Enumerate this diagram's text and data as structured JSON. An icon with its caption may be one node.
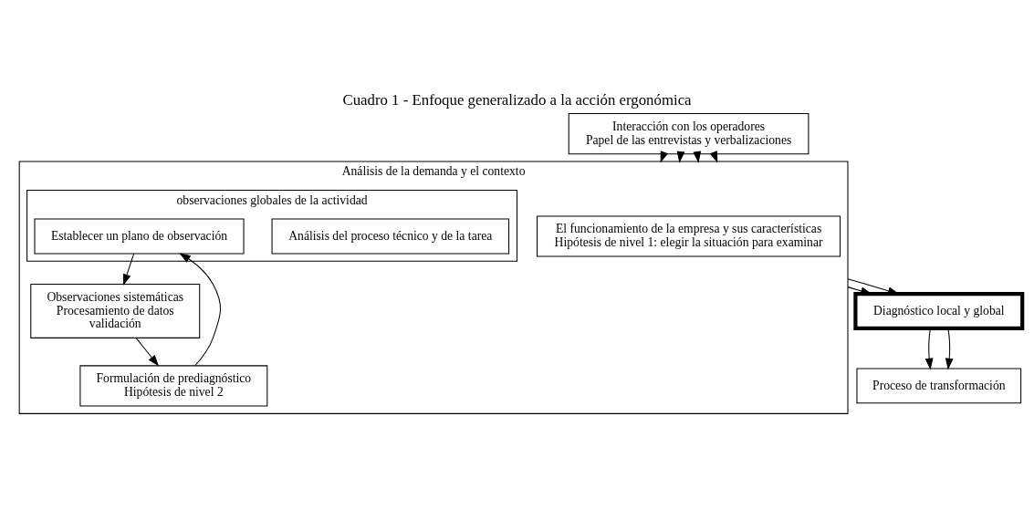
{
  "diagram": {
    "title": "Cuadro 1 - Enfoque generalizado a la acción ergonómica",
    "nodes": [
      {
        "text": [
          "Análisis de la demanda y el contexto"
        ]
      },
      {
        "text": [
          "El funcionamiento de la empresa y sus características",
          "Hipótesis de nivel 1: elegir la situación para examinar"
        ],
        "in": 0
      },
      {
        "text": [
          "observaciones globales de la actividad"
        ],
        "in": 0
      },
      {
        "text": [
          "Análisis del proceso técnico y de la tarea"
        ],
        "in": 2
      },
      {
        "text": [
          "Formulación de prediagnóstico",
          "Hipótesis de nivel 2"
        ],
        "in": 0
      },
      {
        "text": [
          "Establecer un plano de observación"
        ],
        "in": 2
      },
      {
        "text": [
          "Observaciones sistemáticas",
          "Procesamiento de datos",
          "validación"
        ],
        "in": 0
      },
      {
        "text": [
          "Interacción con los operadores",
          "Papel de las entrevistas y verbalizaciones"
        ]
      },
      {
        "text": [
          "Diagnóstico local y global"
        ]
      },
      {
        "text": [
          "Proceso de transformación"
        ]
      }
    ],
    "edges": [
      {
        "from": 7,
        "to": 0,
        "arrow": "to"
      },
      {
        "from": 7,
        "to": 0,
        "arrow": "to"
      },
      {
        "from": 7,
        "to": 0,
        "arrow": "to"
      },
      {
        "from": 7,
        "to": 0,
        "arrow": "to"
      },
      {
        "from": 4,
        "to": 5,
        "arrow": "to"
      },
      {
        "from": 5,
        "to": 6,
        "arrow": "to"
      },
      {
        "from": 6,
        "to": 4,
        "arrow": "to"
      },
      {
        "from": 0,
        "to": 8,
        "arrow": "to"
      },
      {
        "from": 0,
        "to": 8,
        "arrow": "to"
      },
      {
        "from": 8,
        "to": 9,
        "arrow": "to"
      },
      {
        "from": 8,
        "to": 9,
        "arrow": "to"
      }
    ]
  }
}
